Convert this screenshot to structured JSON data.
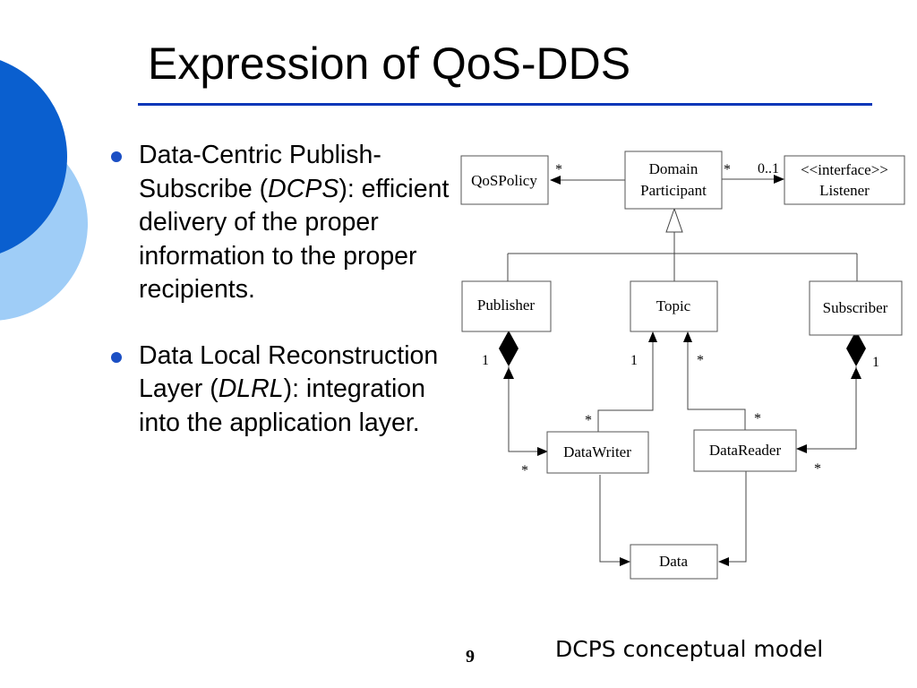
{
  "title": "Expression of QoS-DDS",
  "bullets": [
    {
      "parts": [
        "Data-Centric Publish-Subscribe (",
        "DCPS",
        "): efficient delivery of the proper information to the proper recipients."
      ]
    },
    {
      "parts": [
        "Data Local Reconstruction Layer (",
        "DLRL",
        "): integration into the application layer."
      ]
    }
  ],
  "diagram": {
    "classes": {
      "qospolicy": "QoSPolicy",
      "domain_participant": [
        "Domain",
        "Participant"
      ],
      "listener": [
        "<<interface>>",
        "Listener"
      ],
      "publisher": "Publisher",
      "topic": "Topic",
      "subscriber": "Subscriber",
      "datawriter": "DataWriter",
      "datareader": "DataReader",
      "data": "Data"
    },
    "multiplicities": {
      "qospolicy_star": "*",
      "participant_listener_star": "*",
      "listener_01": "0..1",
      "publisher_1": "1",
      "topic_writer_1": "1",
      "topic_reader_star": "*",
      "subscriber_1": "1",
      "writer_topic_star": "*",
      "writer_publisher_star": "*",
      "reader_topic_star": "*",
      "reader_subscriber_star": "*"
    }
  },
  "caption": "DCPS conceptual model",
  "page_number": "9",
  "colors": {
    "accent_blue": "#0a37b8",
    "circle_dark": "#0a5fcf",
    "circle_light": "#9fcdf7"
  }
}
